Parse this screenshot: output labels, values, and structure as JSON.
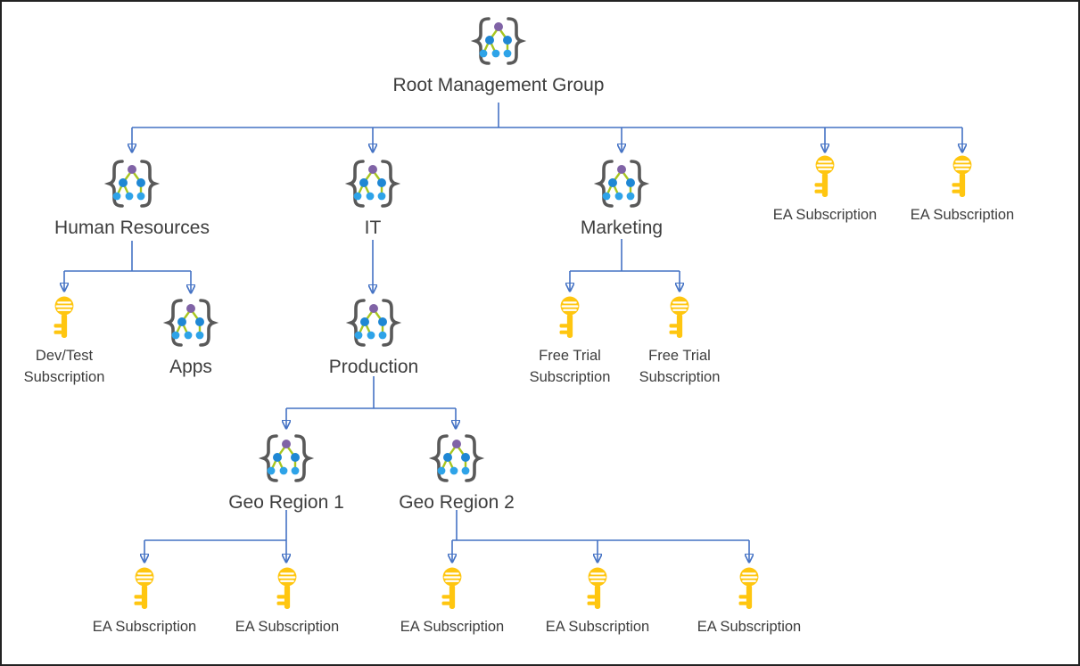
{
  "diagram": {
    "type": "hierarchy-tree",
    "colors": {
      "connector": "#4472C4",
      "bracket_gray": "#595959",
      "tree_line_green": "#A7C520",
      "node_purple": "#8063A6",
      "node_blue": "#1F87D4",
      "node_blue_light": "#2EA3E8",
      "key_gold": "#FFC610",
      "text": "#3D3D3D"
    },
    "icons": {
      "management_group": "management-group-icon",
      "subscription": "key-icon"
    },
    "nodes": {
      "root": {
        "label": "Root Management Group",
        "type": "management-group"
      },
      "human_resources": {
        "label": "Human Resources",
        "type": "management-group"
      },
      "it": {
        "label": "IT",
        "type": "management-group"
      },
      "marketing": {
        "label": "Marketing",
        "type": "management-group"
      },
      "ea_subscription_top_1": {
        "label": "EA Subscription",
        "type": "subscription"
      },
      "ea_subscription_top_2": {
        "label": "EA Subscription",
        "type": "subscription"
      },
      "dev_test_subscription": {
        "label": "Dev/Test Subscription",
        "lines": [
          "Dev/Test",
          "Subscription"
        ],
        "type": "subscription"
      },
      "apps": {
        "label": "Apps",
        "type": "management-group"
      },
      "production": {
        "label": "Production",
        "type": "management-group"
      },
      "free_trial_subscription_1": {
        "label": "Free Trial Subscription",
        "lines": [
          "Free Trial",
          "Subscription"
        ],
        "type": "subscription"
      },
      "free_trial_subscription_2": {
        "label": "Free Trial Subscription",
        "lines": [
          "Free Trial",
          "Subscription"
        ],
        "type": "subscription"
      },
      "geo_region_1": {
        "label": "Geo Region 1",
        "type": "management-group"
      },
      "geo_region_2": {
        "label": "Geo Region 2",
        "type": "management-group"
      },
      "ea_subscription_geo1_1": {
        "label": "EA Subscription",
        "type": "subscription"
      },
      "ea_subscription_geo1_2": {
        "label": "EA Subscription",
        "type": "subscription"
      },
      "ea_subscription_geo2_1": {
        "label": "EA Subscription",
        "type": "subscription"
      },
      "ea_subscription_geo2_2": {
        "label": "EA Subscription",
        "type": "subscription"
      },
      "ea_subscription_geo2_3": {
        "label": "EA Subscription",
        "type": "subscription"
      }
    },
    "edges": [
      {
        "from": "root",
        "to": "human_resources"
      },
      {
        "from": "root",
        "to": "it"
      },
      {
        "from": "root",
        "to": "marketing"
      },
      {
        "from": "root",
        "to": "ea_subscription_top_1"
      },
      {
        "from": "root",
        "to": "ea_subscription_top_2"
      },
      {
        "from": "human_resources",
        "to": "dev_test_subscription"
      },
      {
        "from": "human_resources",
        "to": "apps"
      },
      {
        "from": "it",
        "to": "production"
      },
      {
        "from": "marketing",
        "to": "free_trial_subscription_1"
      },
      {
        "from": "marketing",
        "to": "free_trial_subscription_2"
      },
      {
        "from": "production",
        "to": "geo_region_1"
      },
      {
        "from": "production",
        "to": "geo_region_2"
      },
      {
        "from": "geo_region_1",
        "to": "ea_subscription_geo1_1"
      },
      {
        "from": "geo_region_1",
        "to": "ea_subscription_geo1_2"
      },
      {
        "from": "geo_region_2",
        "to": "ea_subscription_geo2_1"
      },
      {
        "from": "geo_region_2",
        "to": "ea_subscription_geo2_2"
      },
      {
        "from": "geo_region_2",
        "to": "ea_subscription_geo2_3"
      }
    ]
  }
}
